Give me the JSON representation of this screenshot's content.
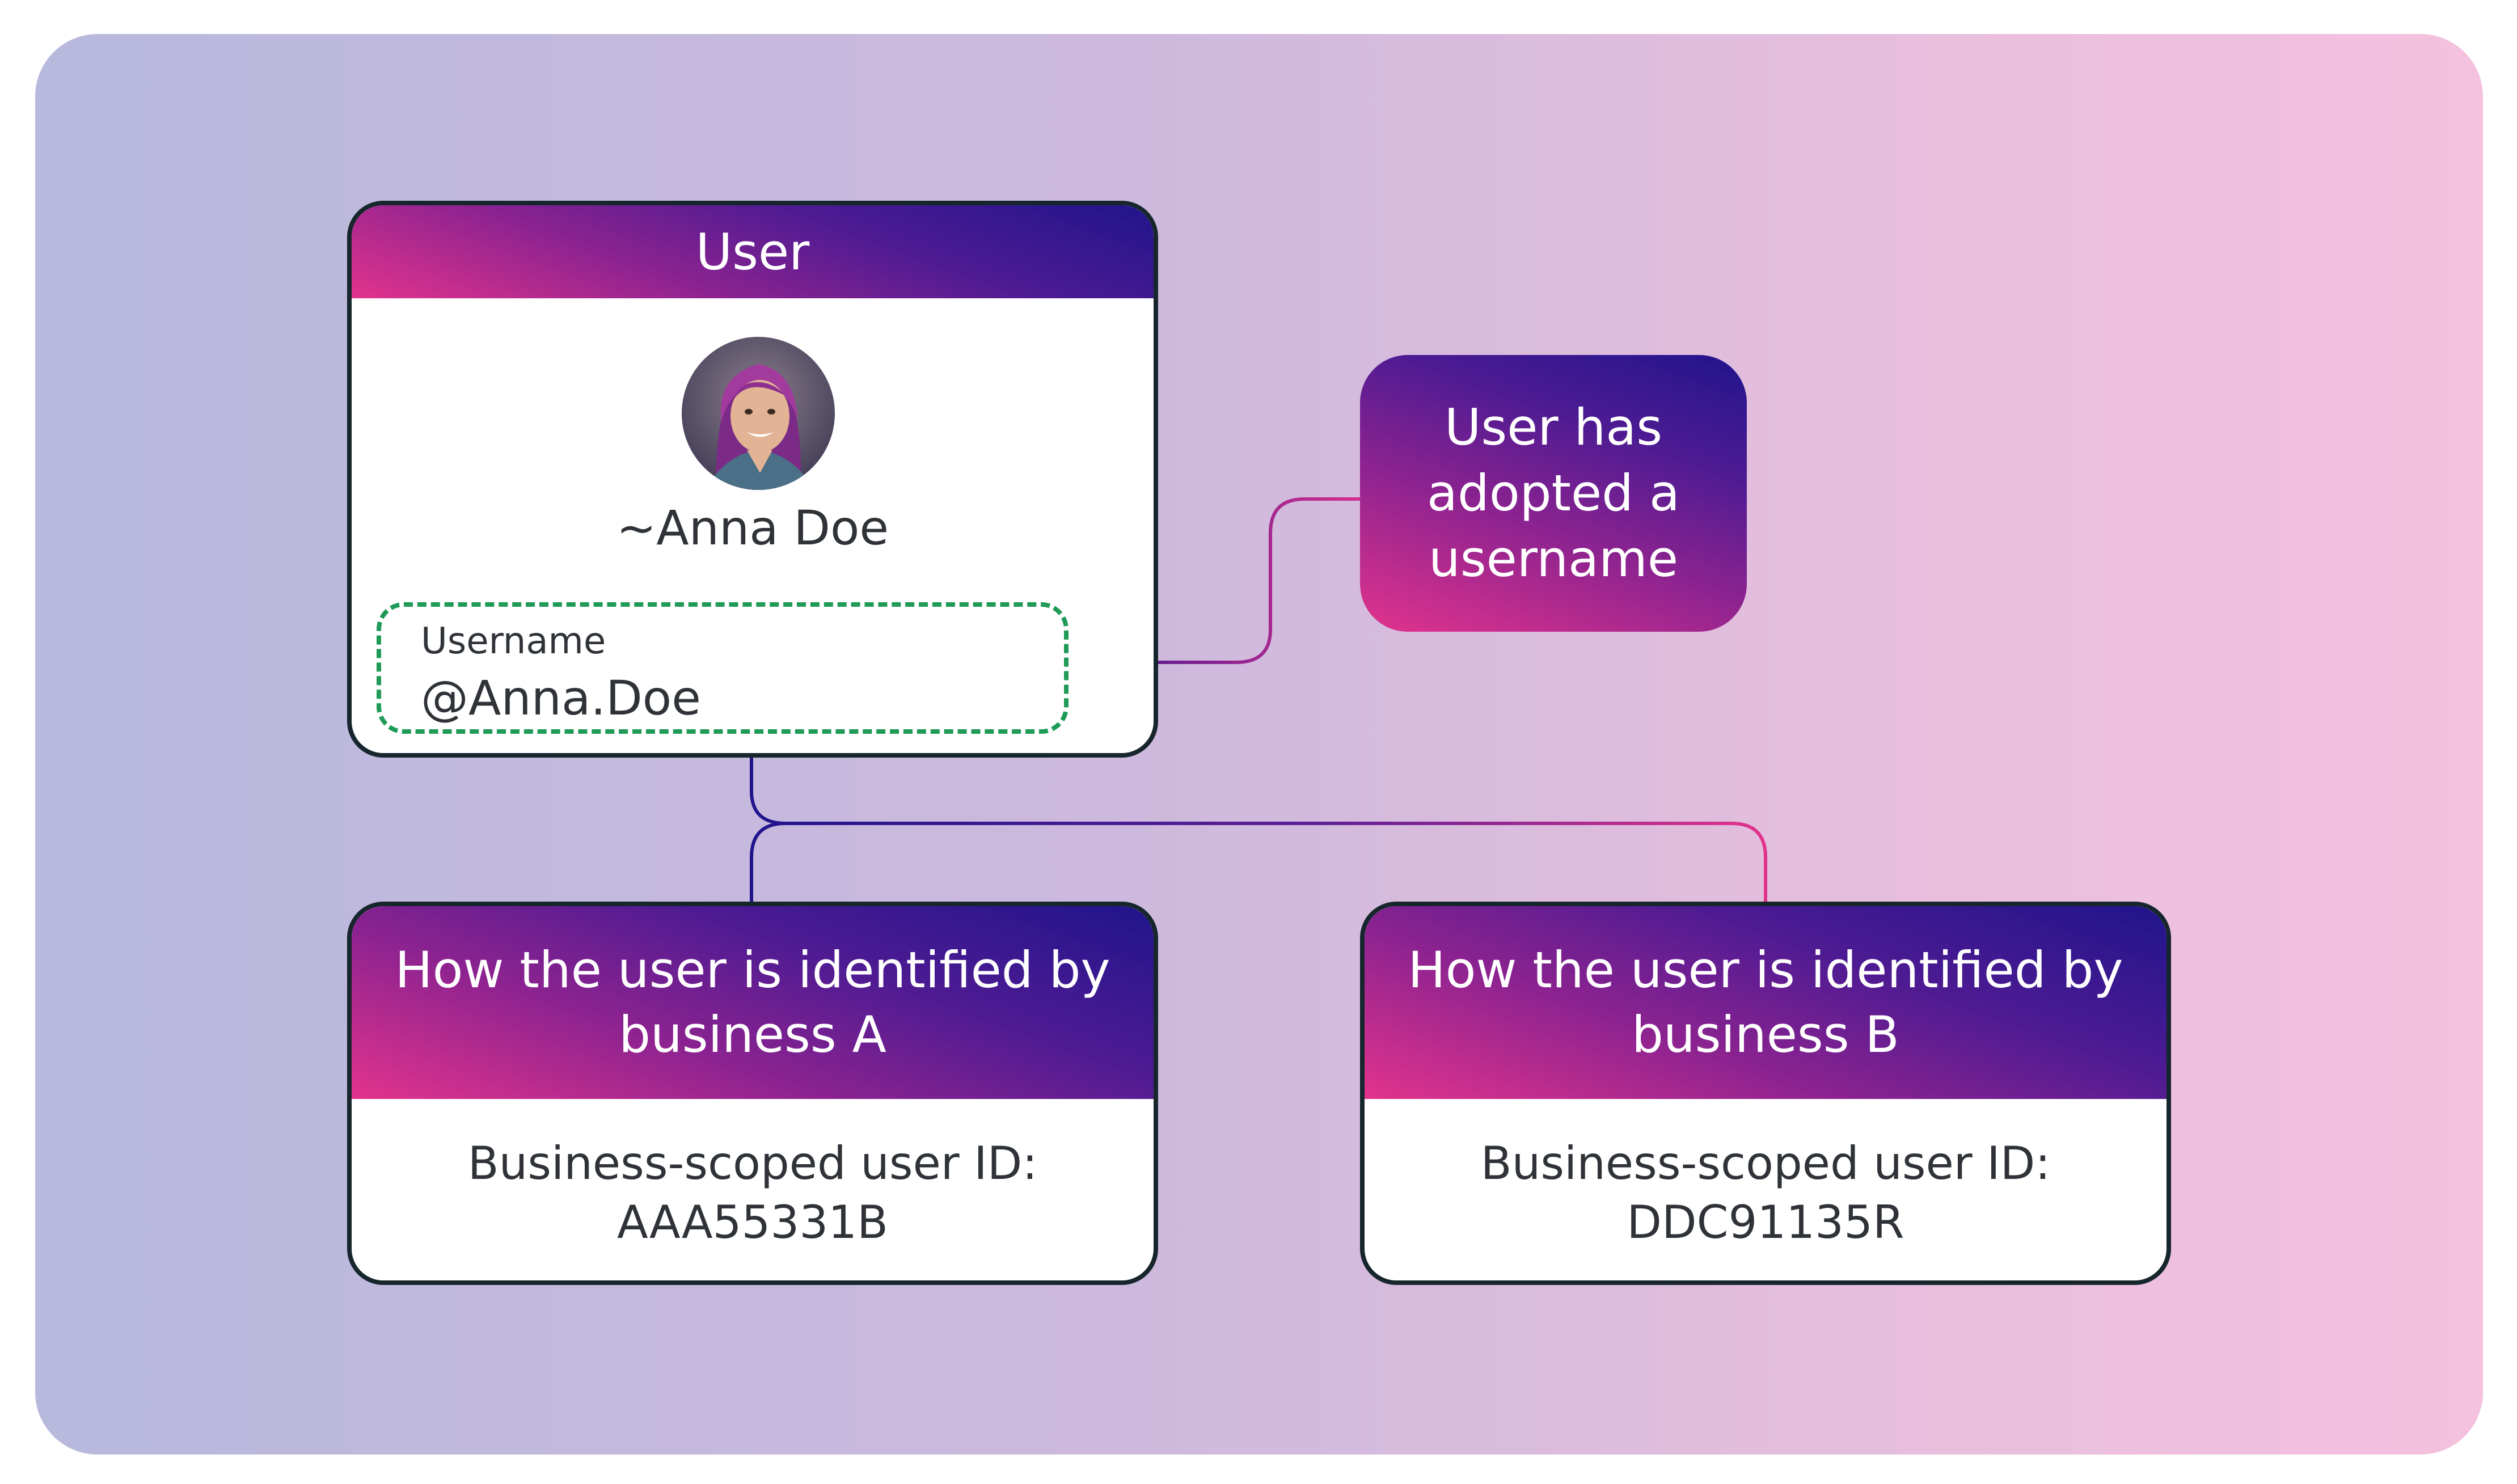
{
  "user_card": {
    "title": "User",
    "display_name": "~Anna Doe",
    "username_label": "Username",
    "username_value": "@Anna.Doe"
  },
  "callout": {
    "text": "User has adopted a username"
  },
  "business_a": {
    "title": "How the user is identified by business A",
    "id_label": "Business-scoped user ID:",
    "id_value": "AAA55331B"
  },
  "business_b": {
    "title": "How the user is identified by business B",
    "id_label": "Business-scoped user ID:",
    "id_value": "DDC91135R"
  },
  "colors": {
    "header_gradient_start": "#e2338c",
    "header_gradient_end": "#20148c",
    "card_border": "#16262c",
    "username_dash": "#1f9a57",
    "background_left": "#b7b9dd",
    "background_right": "#f4c1de"
  }
}
